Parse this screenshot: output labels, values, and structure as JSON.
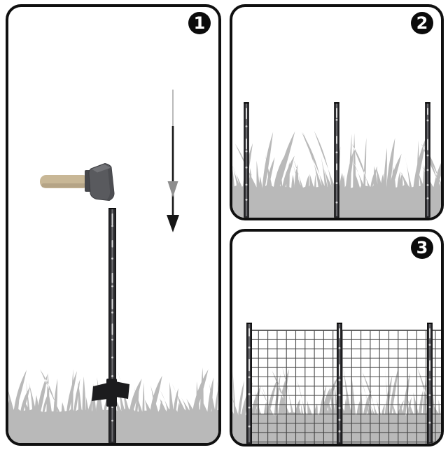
{
  "figure": {
    "type": "instruction-diagram",
    "background": "#ffffff",
    "badge": {
      "background": "#0b0b0b",
      "text_color": "#ffffff"
    },
    "steps": [
      {
        "number": "1",
        "illustration": [
          "sledgehammer-icon",
          "motion-arrow-icon",
          "fence-post-icon",
          "step-bracket-icon",
          "grass-silhouette"
        ]
      },
      {
        "number": "2",
        "illustration": [
          "fence-post-icon",
          "fence-post-icon",
          "fence-post-icon",
          "grass-silhouette"
        ]
      },
      {
        "number": "3",
        "illustration": [
          "fence-post-icon",
          "fence-post-icon",
          "fence-post-icon",
          "wire-mesh-grid",
          "grass-silhouette"
        ]
      }
    ],
    "colors": {
      "panel_border": "#101010",
      "grass": "#b9b9b9",
      "post_dark": "#29292c",
      "post_mid": "#77777b",
      "post_slot": "#e3e3e3",
      "mesh_line": "#3d3d3d",
      "hammer_head": "#595a5e",
      "hammer_head_edge": "#3c3d41",
      "hammer_head_top": "#74757a",
      "hammer_handle": "#c8b796",
      "hammer_handle_shadow": "#a5957a",
      "hammer_collar": "#46474b",
      "arrow_light": "#a9a9a9",
      "arrow_mid": "#8e8e8e",
      "arrow_dark": "#161616",
      "bracket": "#1c1c1e"
    }
  }
}
